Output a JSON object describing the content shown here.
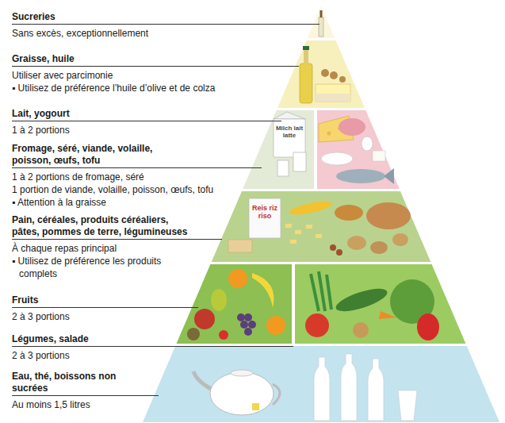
{
  "diagram": {
    "labels": [
      "Sucreries",
      "Sans excès, exceptionnellement",
      "Graisse, huile",
      "Utiliser avec parcimonie",
      "▪ Utilisez de préférence l’huile d’olive et de colza",
      "Lait, yogourt",
      "1 à 2 portions",
      "Fromage, séré, viande, volaille, poisson, œufs, tofu",
      "1 à 2 portions de fromage, séré",
      "1 portion de viande, volaille, poisson, œufs, tofu",
      "▪ Attention à la graisse",
      "Pain, céréales, produits céréaliers, pâtes, pommes de terre, légumineuses",
      "À chaque repas principal",
      "▪ Utilisez de préférence les produits complets",
      "Fruits",
      "2 à 3 portions",
      "Légumes, salade",
      "2 à 3 portions",
      "Eau, thé, boissons non sucrées",
      "Au moins 1,5 litres",
      "Milch lait latte",
      "Reis riz riso"
    ]
  }
}
